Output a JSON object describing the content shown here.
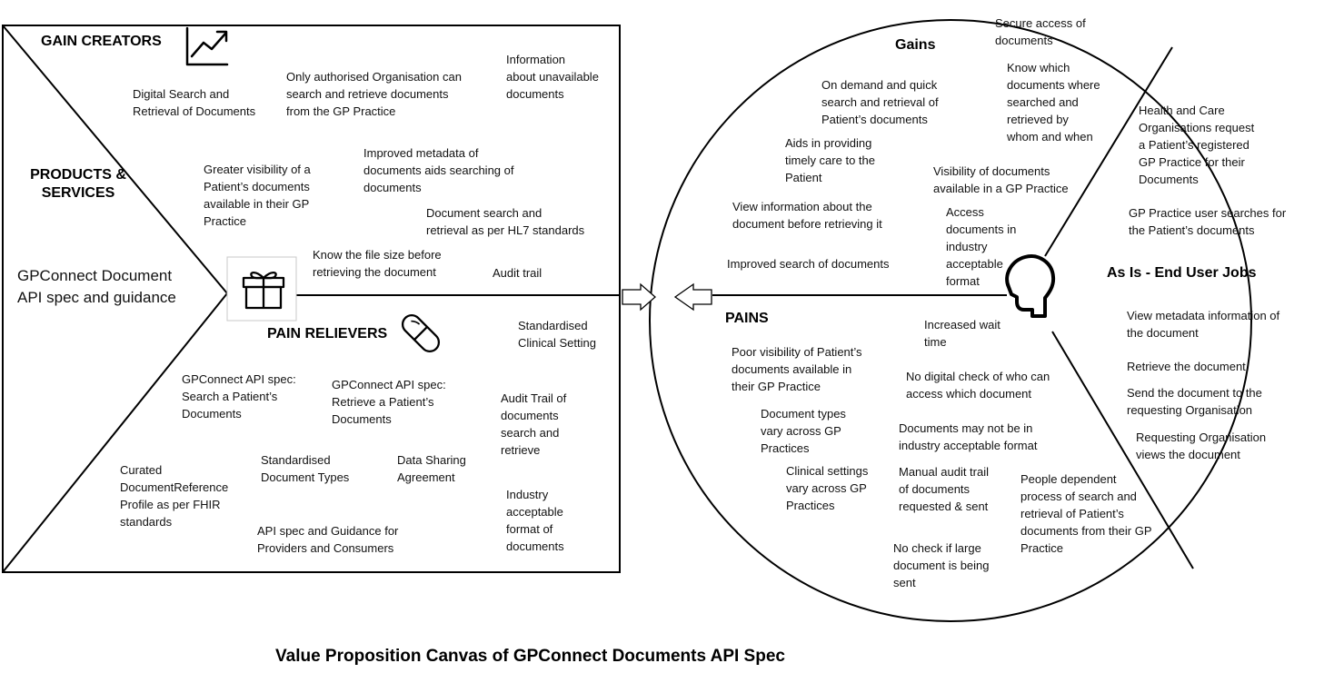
{
  "title": "Value Proposition Canvas of GPConnect Documents API Spec",
  "product": {
    "gain_creators_heading": "GAIN CREATORS",
    "products_services_heading": "PRODUCTS &\nSERVICES",
    "pain_relievers_heading": "PAIN RELIEVERS",
    "product_name": "GPConnect Document\nAPI spec and guidance",
    "gain_creators": [
      "Digital Search and\nRetrieval of Documents",
      "Only authorised Organisation can\nsearch and retrieve documents\nfrom the GP Practice",
      "Information\nabout unavailable\ndocuments",
      "Greater visibility of a\nPatient’s documents\navailable in their GP\nPractice",
      "Improved metadata of\ndocuments aids searching of\ndocuments",
      "Document search and\nretrieval as per HL7 standards",
      "Know the file size before\nretrieving the document",
      "Audit trail"
    ],
    "pain_relievers": [
      "Standardised\nClinical Setting",
      "GPConnect  API spec:\nSearch a Patient’s\nDocuments",
      "GPConnect  API spec:\nRetrieve a Patient’s\nDocuments",
      "Audit Trail of\ndocuments\nsearch and\nretrieve",
      "Curated\nDocumentReference\nProfile as per FHIR\nstandards",
      "Standardised\nDocument Types",
      "Data Sharing\nAgreement",
      "Industry\nacceptable\nformat of\ndocuments",
      "API spec and Guidance for\nProviders and Consumers"
    ]
  },
  "customer": {
    "gains_heading": "Gains",
    "pains_heading": "PAINS",
    "jobs_heading": "As Is - End User Jobs",
    "gains": [
      "Secure access of\ndocuments",
      "On demand and quick\nsearch and retrieval of\nPatient’s documents",
      "Know which\ndocuments where\nsearched and\nretrieved by\nwhom and when",
      "Aids in providing\ntimely care to the\nPatient",
      "Visibility of documents\navailable in a GP Practice",
      "View information about the\ndocument before retrieving it",
      "Access\ndocuments in\nindustry\nacceptable\nformat",
      "Improved search of documents"
    ],
    "pains": [
      "Increased wait\ntime",
      "Poor visibility of Patient’s\ndocuments available in\ntheir GP Practice",
      "No digital check of who can\naccess which document",
      "Document types\nvary across GP\nPractices",
      "Documents may not be in\nindustry acceptable format",
      "Clinical settings\nvary across GP\nPractices",
      "Manual audit trail\nof documents\nrequested & sent",
      "People dependent\nprocess of search and\nretrieval of Patient’s\ndocuments from their GP\nPractice",
      "No check if large\ndocument is being\nsent"
    ],
    "jobs": [
      "Health and Care\nOrganisations request\na Patient’s registered\nGP Practice for their\nDocuments",
      "GP Practice user searches for\nthe Patient’s documents",
      "View metadata information of\nthe document",
      "Retrieve the document",
      "Send the document to the\nrequesting Organisation",
      "Requesting Organisation\nviews the document"
    ]
  }
}
